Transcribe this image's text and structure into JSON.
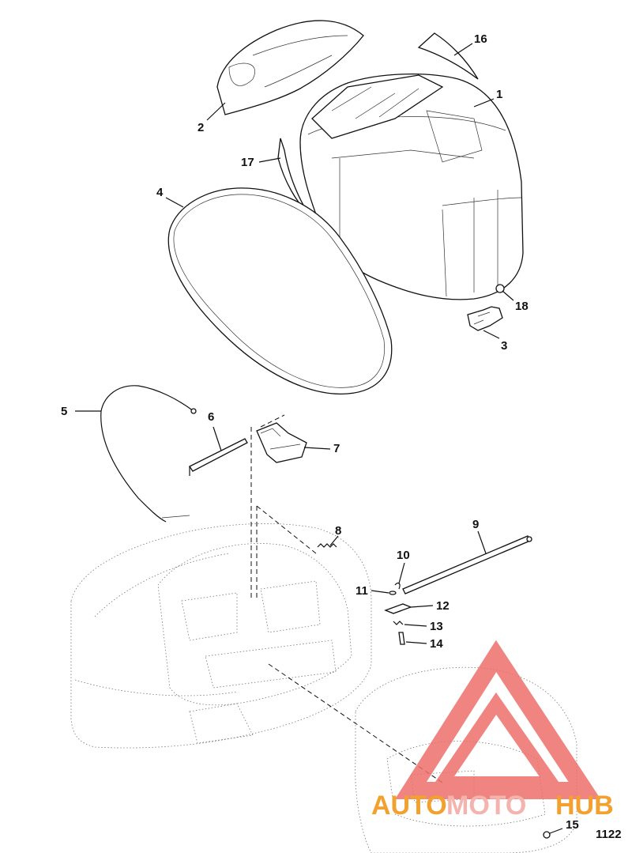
{
  "callouts": [
    {
      "id": "1",
      "text": "1"
    },
    {
      "id": "2",
      "text": "2"
    },
    {
      "id": "3",
      "text": "3"
    },
    {
      "id": "4",
      "text": "4"
    },
    {
      "id": "5",
      "text": "5"
    },
    {
      "id": "6",
      "text": "6"
    },
    {
      "id": "7",
      "text": "7"
    },
    {
      "id": "8",
      "text": "8"
    },
    {
      "id": "9",
      "text": "9"
    },
    {
      "id": "10",
      "text": "10"
    },
    {
      "id": "11",
      "text": "11"
    },
    {
      "id": "12",
      "text": "12"
    },
    {
      "id": "13",
      "text": "13"
    },
    {
      "id": "14",
      "text": "14"
    },
    {
      "id": "15",
      "text": "15"
    },
    {
      "id": "16",
      "text": "16"
    },
    {
      "id": "17",
      "text": "17"
    },
    {
      "id": "18",
      "text": "18"
    }
  ],
  "figure_number": "1122",
  "watermark": {
    "part1": "AUTO",
    "part2": "MOTO",
    "part3": "HUB",
    "color_main": "#f2a12e",
    "color_mid": "#f4b3ad",
    "color_logo": "#ee6f6a"
  }
}
